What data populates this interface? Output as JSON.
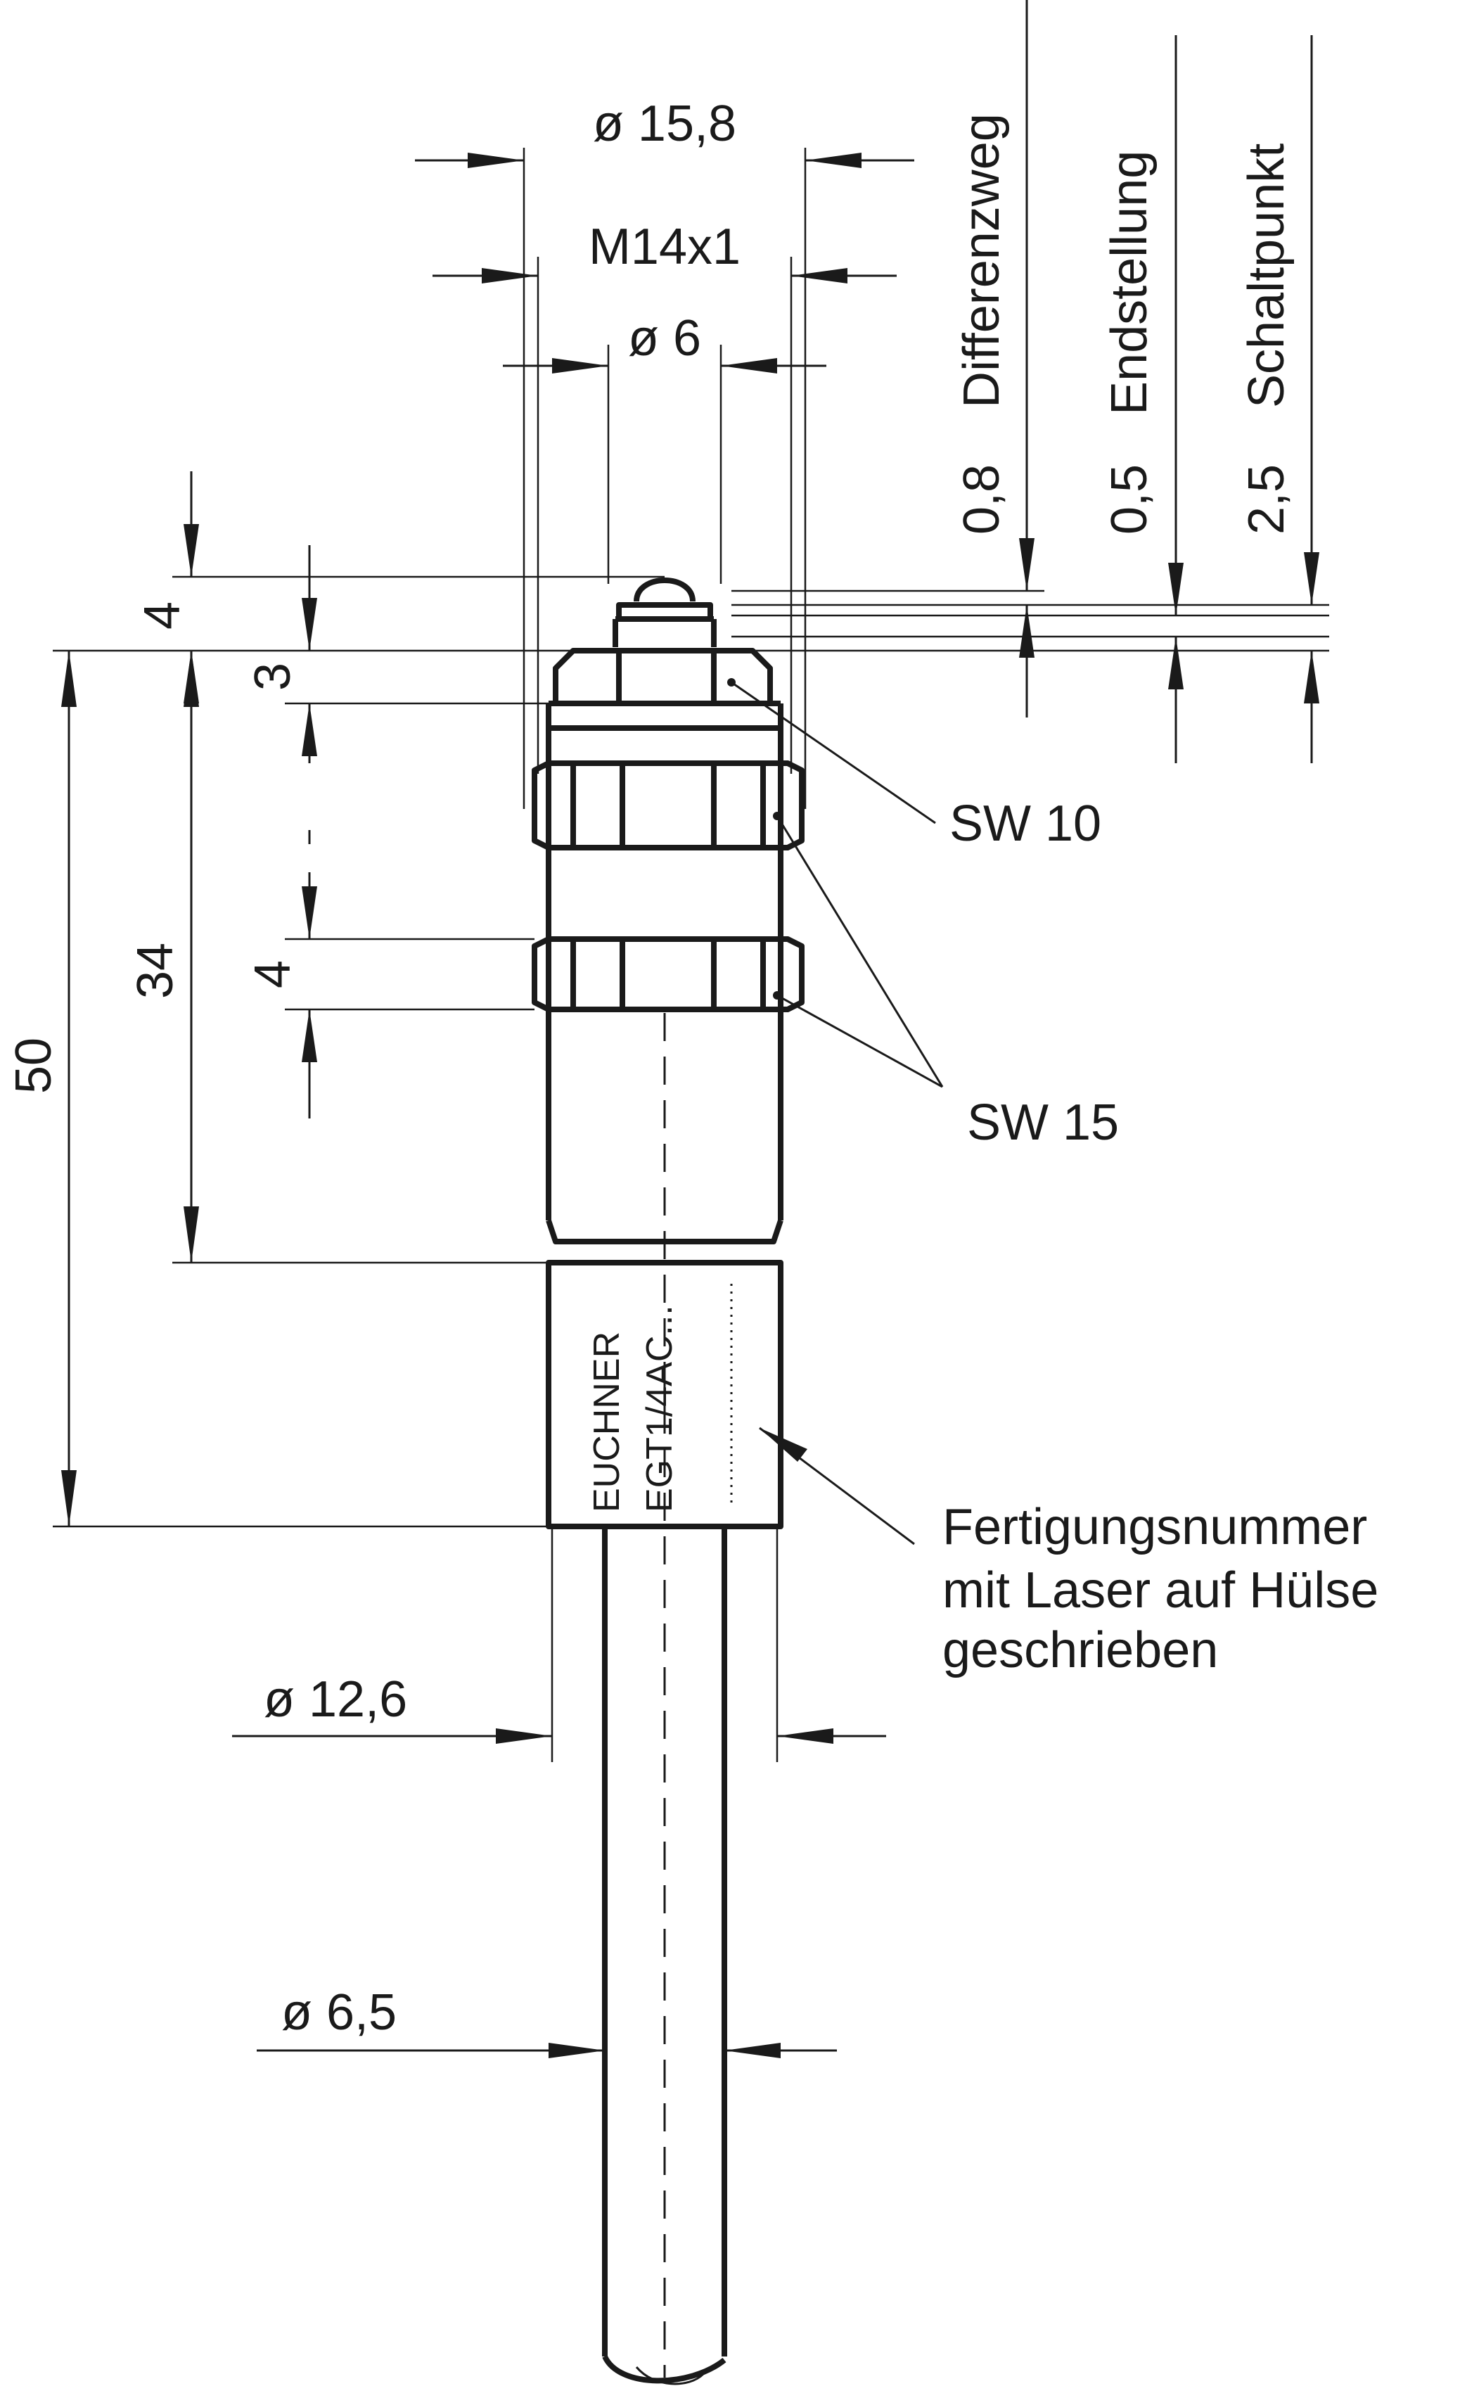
{
  "dims": {
    "d_outer": "ø 15,8",
    "thread": "M14x1",
    "d_plunger": "ø 6",
    "d_sleeve": "ø 12,6",
    "d_rod": "ø 6,5",
    "h_4_top": "4",
    "h_3": "3",
    "h_34": "34",
    "h_50": "50",
    "h_4_nut": "4"
  },
  "travel": {
    "diff_value": "0,8",
    "diff_label": "Differenzweg",
    "end_value": "0,5",
    "end_label": "Endstellung",
    "switch_value": "2,5",
    "switch_label": "Schaltpunkt"
  },
  "callouts": {
    "sw10": "SW 10",
    "sw15": "SW 15",
    "serial_line1": "Fertigungsnummer",
    "serial_line2": "mit Laser auf Hülse",
    "serial_line3": "geschrieben"
  },
  "sleeve_text": {
    "brand": "EUCHNER",
    "model": "EGT1/4AC..."
  }
}
